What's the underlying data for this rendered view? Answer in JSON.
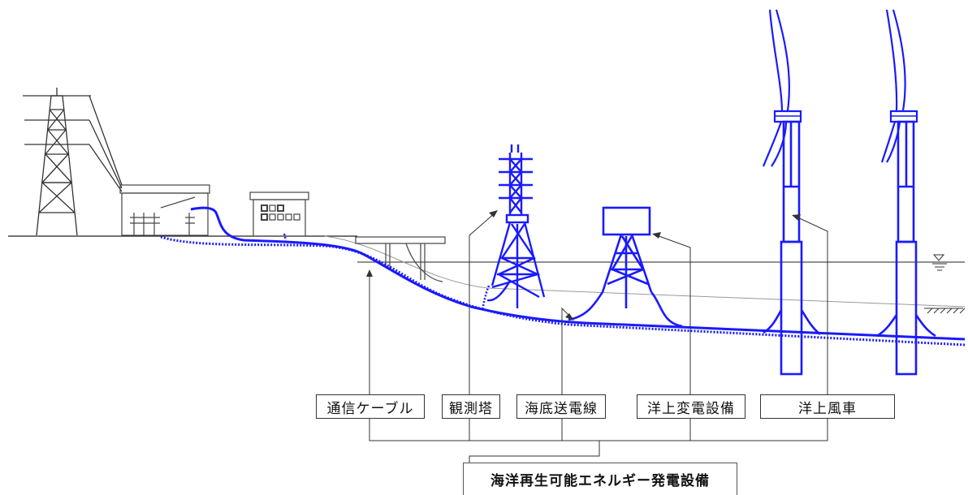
{
  "labels": {
    "comm_cable": "通信ケーブル",
    "observation_tower": "観測塔",
    "submarine_cable": "海底送電線",
    "offshore_substation": "洋上変電設備",
    "offshore_wind_turbine": "洋上風車"
  },
  "title": "海洋再生可能エネルギー発電設備",
  "colors": {
    "equipment": "#1a1aff",
    "structure": "#333333",
    "thin_line": "#888888",
    "background": "#ffffff"
  },
  "icons": {
    "sea_level": "water-level-icon",
    "seabed": "seabed-hatch-icon"
  }
}
